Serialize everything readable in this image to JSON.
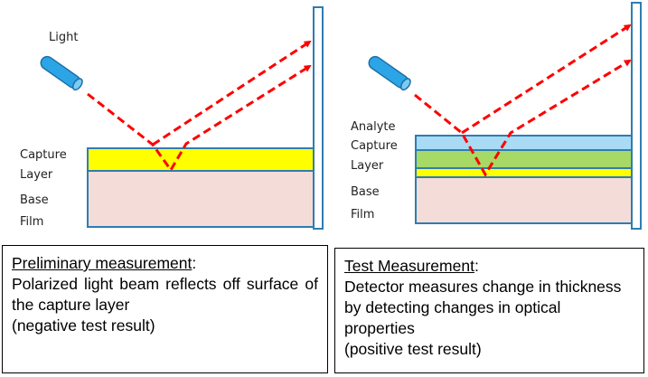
{
  "left_panel": {
    "light_label": "Light",
    "layer_labels": [
      "Capture",
      "Layer",
      "Base",
      "Film"
    ],
    "colors": {
      "capture_layer": "#ffff00",
      "base_film": "#f4dcd8",
      "outline": "#2e7db1",
      "beam": "#ff0000",
      "light_source": "#2ca5e6"
    }
  },
  "right_panel": {
    "layer_labels": [
      "Analyte",
      "Capture",
      "Layer",
      "Base",
      "Film"
    ],
    "colors": {
      "analyte_layer": "#a9dbf5",
      "capture_layer": "#a6d965",
      "thin_layer": "#ffff00",
      "base_film": "#f4dcd8"
    }
  },
  "captions": {
    "left": {
      "title": "Preliminary measurement",
      "suffix": ":",
      "line1": "Polarized light beam reflects off surface of the capture layer",
      "line2": "(negative test result)"
    },
    "right": {
      "title": "Test Measurement",
      "suffix": ":",
      "line1": "Detector measures change in thickness by detecting changes in optical properties",
      "line2": "(positive test result)"
    }
  }
}
